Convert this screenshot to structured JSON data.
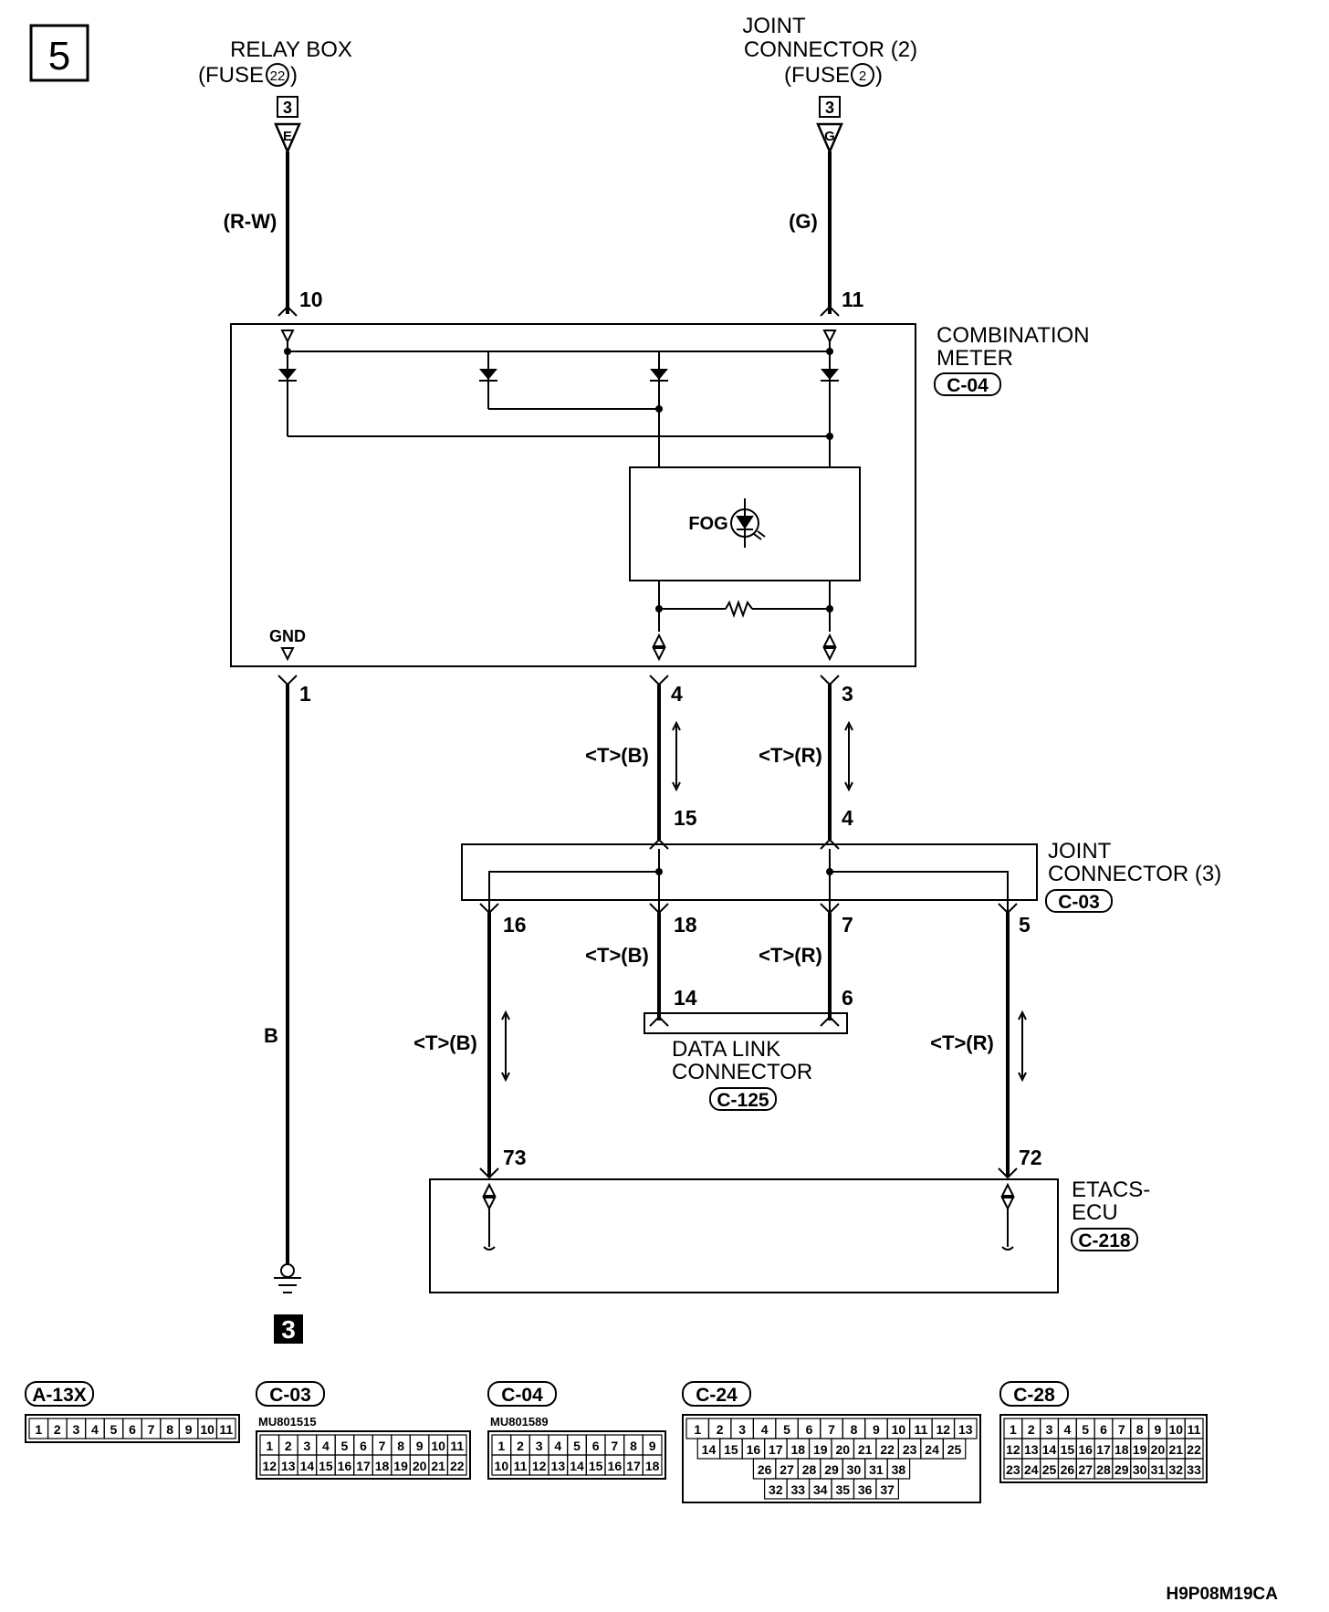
{
  "page_number": "5",
  "sources": {
    "left": {
      "line1": "RELAY BOX",
      "line2": "(FUSE",
      "fuse_no": "22",
      "line2_end": ")",
      "box_pin": "3",
      "tri_letter": "E",
      "wire": "(R-W)",
      "pin": "10"
    },
    "right": {
      "line0": "JOINT",
      "line1": "CONNECTOR (2)",
      "line2": "(FUSE",
      "fuse_no": "2",
      "line2_end": ")",
      "box_pin": "3",
      "tri_letter": "G",
      "wire": "(G)",
      "pin": "11"
    }
  },
  "combination_meter": {
    "line1": "COMBINATION",
    "line2": "METER",
    "code": "C-04",
    "gnd_label": "GND",
    "indicator": "FOG",
    "pin_gnd": "1",
    "pin_b": "4",
    "pin_r": "3"
  },
  "wires": {
    "tb": "<T>(B)",
    "tr": "<T>(R)",
    "b": "B"
  },
  "joint_connector_3": {
    "line1": "JOINT",
    "line2": "CONNECTOR (3)",
    "code": "C-03",
    "pins": {
      "top_b": "15",
      "top_r": "4",
      "left": "16",
      "mid_b": "18",
      "mid_r": "7",
      "right": "5"
    }
  },
  "data_link_connector": {
    "line1": "DATA LINK",
    "line2": "CONNECTOR",
    "code": "C-125",
    "pin_b": "14",
    "pin_r": "6"
  },
  "etacs_ecu": {
    "line1": "ETACS-",
    "line2": "ECU",
    "code": "C-218",
    "pin_b": "73",
    "pin_r": "72"
  },
  "ground_ref": "3",
  "connectors": [
    {
      "code": "A-13X",
      "part": "",
      "rows": [
        [
          "1",
          "2",
          "3",
          "4",
          "5",
          "6",
          "7",
          "8",
          "9",
          "10",
          "11"
        ]
      ]
    },
    {
      "code": "C-03",
      "part": "MU801515",
      "rows": [
        [
          "1",
          "2",
          "3",
          "4",
          "5",
          "6",
          "7",
          "8",
          "9",
          "10",
          "11"
        ],
        [
          "12",
          "13",
          "14",
          "15",
          "16",
          "17",
          "18",
          "19",
          "20",
          "21",
          "22"
        ]
      ]
    },
    {
      "code": "C-04",
      "part": "MU801589",
      "rows": [
        [
          "1",
          "2",
          "3",
          "4",
          "5",
          "6",
          "7",
          "8",
          "9"
        ],
        [
          "10",
          "11",
          "12",
          "13",
          "14",
          "15",
          "16",
          "17",
          "18"
        ]
      ]
    },
    {
      "code": "C-24",
      "part": "",
      "rows": [
        [
          "1",
          "2",
          "3",
          "4",
          "5",
          "6",
          "7",
          "8",
          "9",
          "10",
          "11",
          "12",
          "13"
        ],
        [
          "14",
          "15",
          "16",
          "17",
          "18",
          "19",
          "20",
          "21",
          "22",
          "23",
          "24",
          "25"
        ],
        [
          "26",
          "27",
          "28",
          "29",
          "30",
          "31",
          "38"
        ],
        [
          "32",
          "33",
          "34",
          "35",
          "36",
          "37"
        ]
      ]
    },
    {
      "code": "C-28",
      "part": "",
      "rows": [
        [
          "1",
          "2",
          "3",
          "4",
          "5",
          "6",
          "7",
          "8",
          "9",
          "10",
          "11"
        ],
        [
          "12",
          "13",
          "14",
          "15",
          "16",
          "17",
          "18",
          "19",
          "20",
          "21",
          "22"
        ],
        [
          "23",
          "24",
          "25",
          "26",
          "27",
          "28",
          "29",
          "30",
          "31",
          "32",
          "33"
        ]
      ]
    }
  ],
  "figure_id": "H9P08M19CA"
}
